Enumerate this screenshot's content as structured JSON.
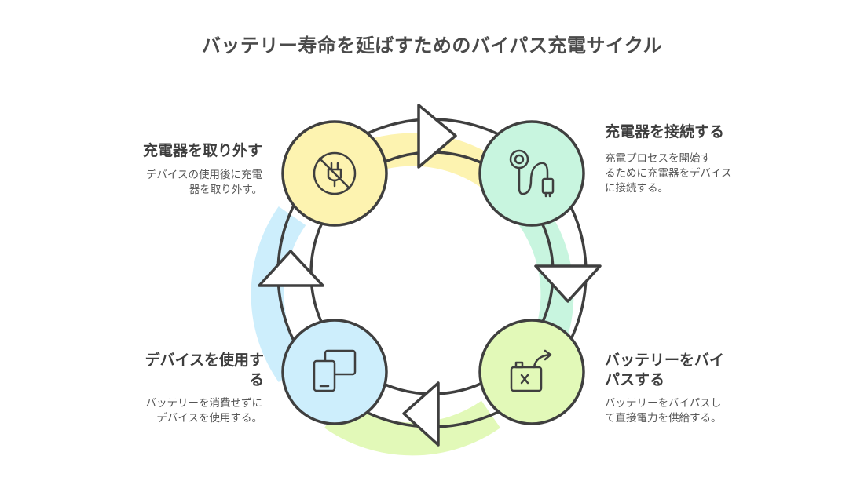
{
  "title": "バッテリー寿命を延ばすためのバイパス充電サイクル",
  "steps": [
    {
      "title": "充電器を接続する",
      "description": "充電プロセスを開始するために充電器をデバイスに接続する。",
      "icon": "charger-cable-icon",
      "color": "#c8f5df"
    },
    {
      "title": "バッテリーをバイパスする",
      "description": "バッテリーをバイパスして直接電力を供給する。",
      "icon": "battery-bypass-icon",
      "color": "#e2f9b8"
    },
    {
      "title": "デバイスを使用する",
      "description": "バッテリーを消費せずにデバイスを使用する。",
      "icon": "devices-icon",
      "color": "#cdeefc"
    },
    {
      "title": "充電器を取り外す",
      "description": "デバイスの使用後に充電器を取り外す。",
      "icon": "unplug-icon",
      "color": "#fdf3b0"
    }
  ],
  "display_lines": {
    "s0_desc": [
      "充電プロセスを開始す",
      "るために充電器をデバイス",
      "に接続する。"
    ],
    "s1_title": [
      "バッテリーをバイ",
      "パスする"
    ],
    "s1_desc": [
      "バッテリーをバイパスし",
      "て直接電力を供給する。"
    ],
    "s2_title": [
      "デバイスを使用す",
      "る"
    ],
    "s2_desc": [
      "バッテリーを消費せずに",
      "デバイスを使用する。"
    ],
    "s3_desc": [
      "デバイスの使用後に充電",
      "器を取り外す。"
    ]
  }
}
